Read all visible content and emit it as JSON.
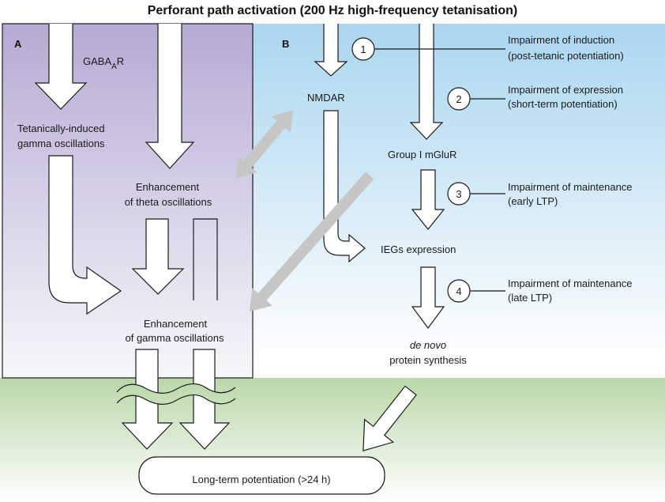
{
  "title": "Perforant path activation (200 Hz high-frequency tetanisation)",
  "panel_labels": {
    "a": "A",
    "b": "B"
  },
  "panel_a": {
    "receptor": {
      "main": "GABA",
      "sub": "A",
      "tail": "R"
    },
    "tetanic": [
      "Tetanically-induced",
      "gamma oscillations"
    ],
    "theta": [
      "Enhancement",
      "of theta oscillations"
    ],
    "gamma": [
      "Enhancement",
      "of gamma oscillations"
    ]
  },
  "panel_b": {
    "nmdar": "NMDAR",
    "mglur": "Group I mGluR",
    "iegs": "IEGs expression",
    "synthesis": {
      "italic": "de novo",
      "rest": "protein synthesis"
    },
    "impairments": [
      {
        "number": "1",
        "line1": "Impairment of induction",
        "line2": "(post-tetanic potentiation)"
      },
      {
        "number": "2",
        "line1": "Impairment of expression",
        "line2": "(short-term potentiation)"
      },
      {
        "number": "3",
        "line1": "Impairment of maintenance",
        "line2": "(early LTP)"
      },
      {
        "number": "4",
        "line1": "Impairment of maintenance",
        "line2": "(late LTP)"
      }
    ]
  },
  "outcome": "Long-term potentiation (>24 h)",
  "colors": {
    "panel_a_top": "#b5aad3",
    "panel_b_top": "#aad6ef",
    "bottom_band_top": "#b9d8a8",
    "grey_arrow": "#c6c6c6"
  }
}
